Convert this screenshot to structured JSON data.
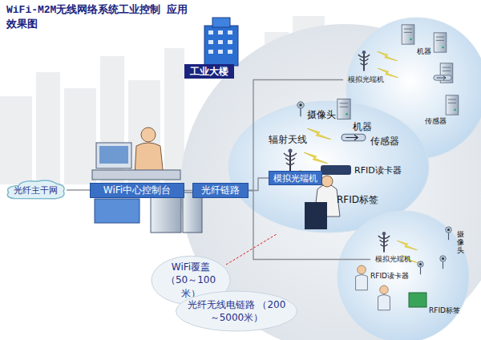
{
  "diagram": {
    "title": "WiFi-M2M无线网络系统工业控制 应用效果图",
    "nodes": [
      {
        "text": [
          "光纤主干网"
        ]
      },
      {
        "text": [
          "WiFi中心控制台"
        ]
      },
      {
        "text": [
          "光纤链路"
        ]
      },
      {
        "text": [
          "模拟光端机"
        ]
      },
      {
        "text": [
          "模拟光端机"
        ]
      },
      {
        "text": [
          "模拟光端机"
        ]
      },
      {
        "text": [
          "WiFi覆盖 （50～100米）"
        ]
      },
      {
        "text": [
          "光纤无线电链路 （200～5000米）"
        ]
      }
    ],
    "edges": [
      {
        "from": 0,
        "to": 1,
        "arrow": "none"
      },
      {
        "from": 1,
        "to": 2,
        "arrow": "none"
      },
      {
        "from": 2,
        "to": 3,
        "arrow": "none"
      },
      {
        "from": 2,
        "to": 4,
        "arrow": "none"
      },
      {
        "from": 2,
        "to": 5,
        "arrow": "none"
      }
    ],
    "labels": [
      "工业大楼",
      "机器",
      "传感器",
      "摄像头",
      "机器",
      "辐射天线",
      "传感器",
      "RFID读卡器",
      "RFID标签",
      "摄像头",
      "RFID读卡器",
      "RFID标签"
    ]
  }
}
